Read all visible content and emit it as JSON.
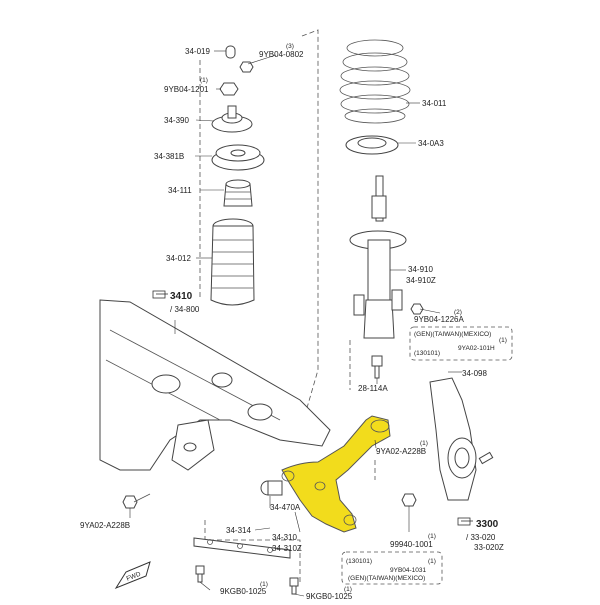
{
  "labels": {
    "p34_019": "34-019",
    "p9YB04_0802_qty": "(3)",
    "p9YB04_0802": "9YB04-0802",
    "p9YB04_1201_qty": "(1)",
    "p9YB04_1201": "9YB04-1201",
    "p34_390": "34-390",
    "p34_381B": "34-381B",
    "p34_111": "34-111",
    "p34_012": "34-012",
    "p34_011": "34-011",
    "p34_0A3": "34-0A3",
    "p34_910": "34-910",
    "p34_910Z": "34-910Z",
    "p9YB04_1226A_qty": "(2)",
    "p9YB04_1226A": "9YB04-1226A",
    "gen1_note": "(GEN)(TAIWAN)(MEXICO)",
    "gen1_qty": "(1)",
    "p9YA02_101H": "9YA02-101H",
    "gen1_date": "(130101)",
    "p34_098": "34-098",
    "p28_114A": "28-114A",
    "p9YA02_A228B_qty": "(1)",
    "p9YA02_A228B": "9YA02-A228B",
    "ref3410": "3410",
    "ref3410_sub": "/ 34-800",
    "p34_470A": "34-470A",
    "p34_314": "34-314",
    "p34_310": "34-310",
    "p34_310Z": "34-310Z",
    "p9YA02_A228B_left": "9YA02-A228B",
    "p99940_1001_qty": "(1)",
    "p99940_1001": "99940-1001",
    "gen2_date": "(130101)",
    "gen2_qty": "(1)",
    "p9YB04_1031": "9YB04-1031",
    "gen2_note": "(GEN)(TAIWAN)(MEXICO)",
    "ref3300": "3300",
    "ref3300_sub1": "/ 33-020",
    "ref3300_sub2": "33-020Z",
    "p9KGB0_1025_a_qty": "(1)",
    "p9KGB0_1025_a": "9KGB0-1025",
    "p9KGB0_1025_b_qty": "(1)",
    "p9KGB0_1025_b": "9KGB0-1025",
    "fwd": "FWD"
  },
  "colors": {
    "highlight": "#f2dc1c",
    "line": "#444444"
  }
}
